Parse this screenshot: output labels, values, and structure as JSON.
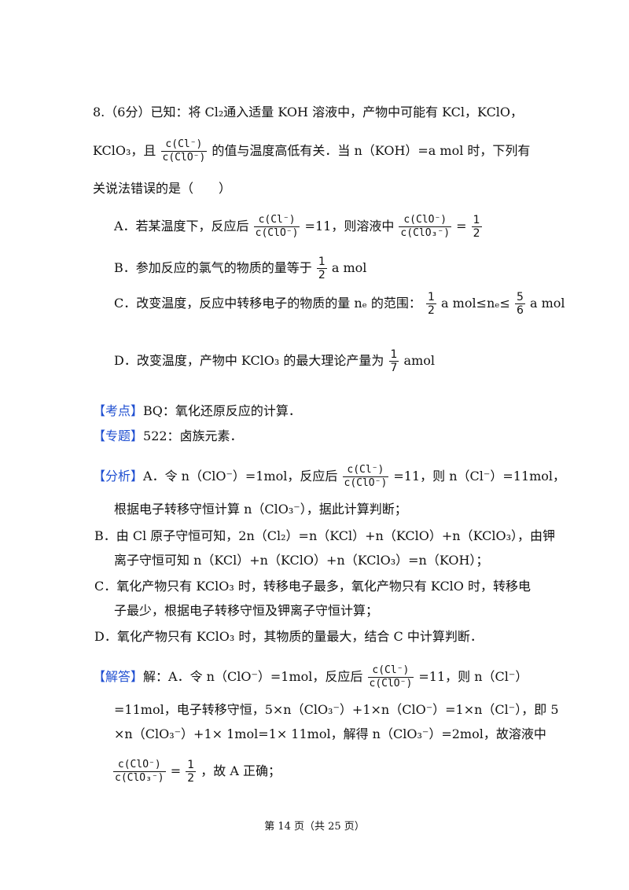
{
  "q8": {
    "l1": "8.（6分）已知：将 Cl₂通入适量 KOH 溶液中，产物中可能有 KCl，KClO，",
    "l2a": "KClO₃，且",
    "l2b": "的值与温度高低有关．当 n（KOH）=a mol 时，下列有",
    "l3": "关说法错误的是（　　）",
    "optA_1": "A．若某温度下，反应后",
    "optA_2": "=11，则溶液中",
    "optA_3": "=",
    "optB_1": "B．参加反应的氯气的物质的量等于",
    "optB_2": "a mol",
    "optC_1": "C．改变温度，反应中转移电子的物质的量 nₑ 的范围：",
    "optC_2": "a mol≤nₑ≤",
    "optC_3": "a mol",
    "optD_1": "D．改变温度，产物中 KClO₃ 的最大理论产量为",
    "optD_2": "amol"
  },
  "frac": {
    "cl_minus": "c(Cl⁻)",
    "clo_minus": "c(ClO⁻)",
    "clo3_minus": "c(ClO₃⁻)",
    "one": "1",
    "two": "2",
    "five": "5",
    "six": "6",
    "seven": "7",
    "eleven": "11"
  },
  "kaodian": {
    "tag": "【考点】",
    "text": "BQ：氧化还原反应的计算．"
  },
  "zhuanti": {
    "tag": "【专题】",
    "text": "522：卤族元素．"
  },
  "fenxi": {
    "tag": "【分析】",
    "a1a": "A．令 n（ClO⁻）=1mol，反应后",
    "a1b": "=11，则 n（Cl⁻）=11mol，",
    "a2": "根据电子转移守恒计算 n（ClO₃⁻），据此计算判断；",
    "b1": "B．由 Cl 原子守恒可知，2n（Cl₂）=n（KCl）+n（KClO）+n（KClO₃），由钾",
    "b2": "离子守恒可知 n（KCl）+n（KClO）+n（KClO₃）=n（KOH）；",
    "c1": "C．氧化产物只有 KClO₃ 时，转移电子最多，氧化产物只有 KClO 时，转移电",
    "c2": "子最少，根据电子转移守恒及钾离子守恒计算；",
    "d1": "D．氧化产物只有 KClO₃ 时，其物质的量最大，结合 C 中计算判断．"
  },
  "jieda": {
    "tag": "【解答】",
    "l1a": "解：A．令 n（ClO⁻）=1mol，反应后",
    "l1b": "=11，则 n（Cl⁻）",
    "l2": "=11mol，电子转移守恒，5×n（ClO₃⁻）+1×n（ClO⁻）=1×n（Cl⁻），即 5",
    "l3": "×n（ClO₃⁻）+1× 1mol=1× 11mol，解得 n（ClO₃⁻）=2mol，故溶液中",
    "l4a": "=",
    "l4b": "，故 A 正确；"
  },
  "footer": "第 14 页（共 25 页）"
}
